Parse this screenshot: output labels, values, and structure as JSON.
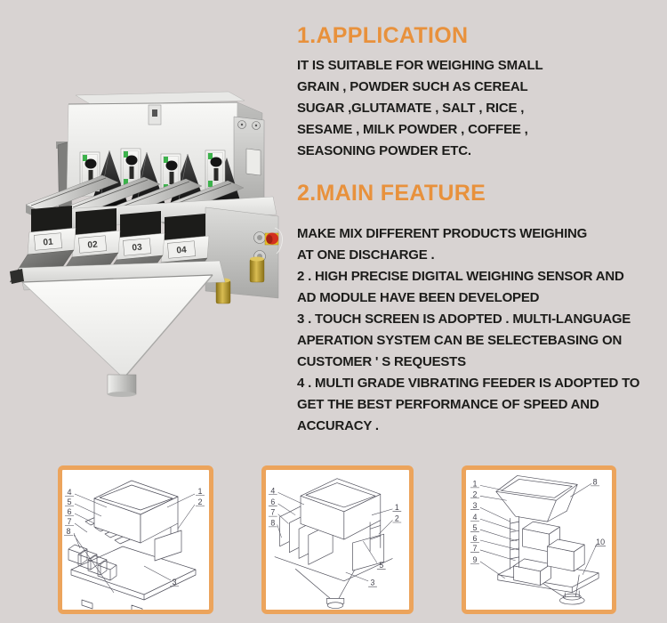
{
  "page": {
    "background_color": "#d8d3d2",
    "accent_color": "#e8913c",
    "diagram_border_color": "#eca45c",
    "body_text_color": "#1c1c1a"
  },
  "machine": {
    "hopper_labels": [
      "01",
      "02",
      "03",
      "04"
    ]
  },
  "sections": [
    {
      "heading": "1.APPLICATION",
      "lines": [
        "IT IS SUITABLE FOR WEIGHING SMALL",
        "GRAIN , POWDER SUCH AS CEREAL",
        "SUGAR ,GLUTAMATE , SALT , RICE ,",
        "SESAME , MILK POWDER , COFFEE ,",
        "SEASONING POWDER ETC."
      ]
    },
    {
      "heading": "2.MAIN FEATURE",
      "lines": [
        "MAKE MIX DIFFERENT PRODUCTS WEIGHING",
        "AT ONE DISCHARGE .",
        "2 . HIGH PRECISE DIGITAL WEIGHING SENSOR AND",
        "AD MODULE HAVE BEEN DEVELOPED",
        "3 . TOUCH SCREEN IS ADOPTED . MULTI-LANGUAGE",
        "APERATION SYSTEM CAN BE SELECTEBASING ON",
        "CUSTOMER ' S REQUESTS",
        "4 . MULTI GRADE VIBRATING FEEDER IS ADOPTED TO",
        "GET THE BEST PERFORMANCE OF SPEED AND",
        "ACCURACY ."
      ]
    }
  ],
  "diagrams": [
    {
      "callouts": [
        "4",
        "5",
        "6",
        "7",
        "8",
        "1",
        "2",
        "3"
      ]
    },
    {
      "callouts": [
        "4",
        "6",
        "7",
        "8",
        "1",
        "2",
        "5",
        "3"
      ]
    },
    {
      "callouts": [
        "1",
        "2",
        "3",
        "4",
        "5",
        "6",
        "7",
        "9",
        "8",
        "10"
      ]
    }
  ]
}
